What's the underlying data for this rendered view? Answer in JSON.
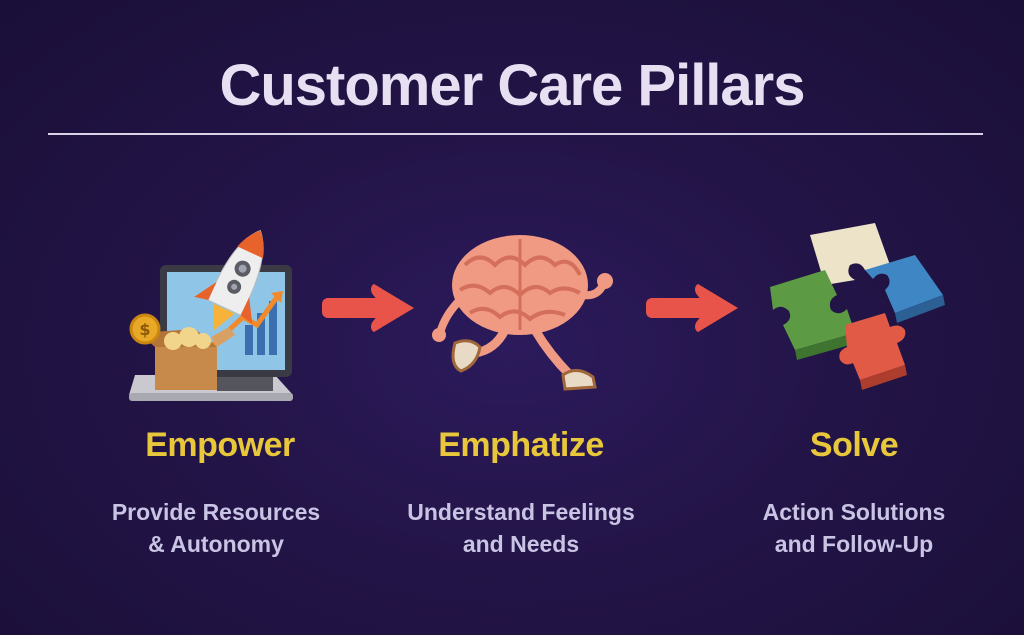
{
  "title": "Customer Care Pillars",
  "pillars": [
    {
      "title": "Empower",
      "desc_line1": "Provide Resources",
      "desc_line2": "& Autonomy",
      "icon": "rocket-laptop-icon"
    },
    {
      "title": "Emphatize",
      "desc_line1": "Understand Feelings",
      "desc_line2": "and Needs",
      "icon": "running-brain-icon"
    },
    {
      "title": "Solve",
      "desc_line1": "Action Solutions",
      "desc_line2": "and Follow-Up",
      "icon": "puzzle-pieces-icon"
    }
  ],
  "colors": {
    "background": "#231447",
    "title": "#e6e0f2",
    "pillar_title": "#e8c83a",
    "pillar_desc": "#c9c4e4",
    "arrow": "#e8544a"
  }
}
